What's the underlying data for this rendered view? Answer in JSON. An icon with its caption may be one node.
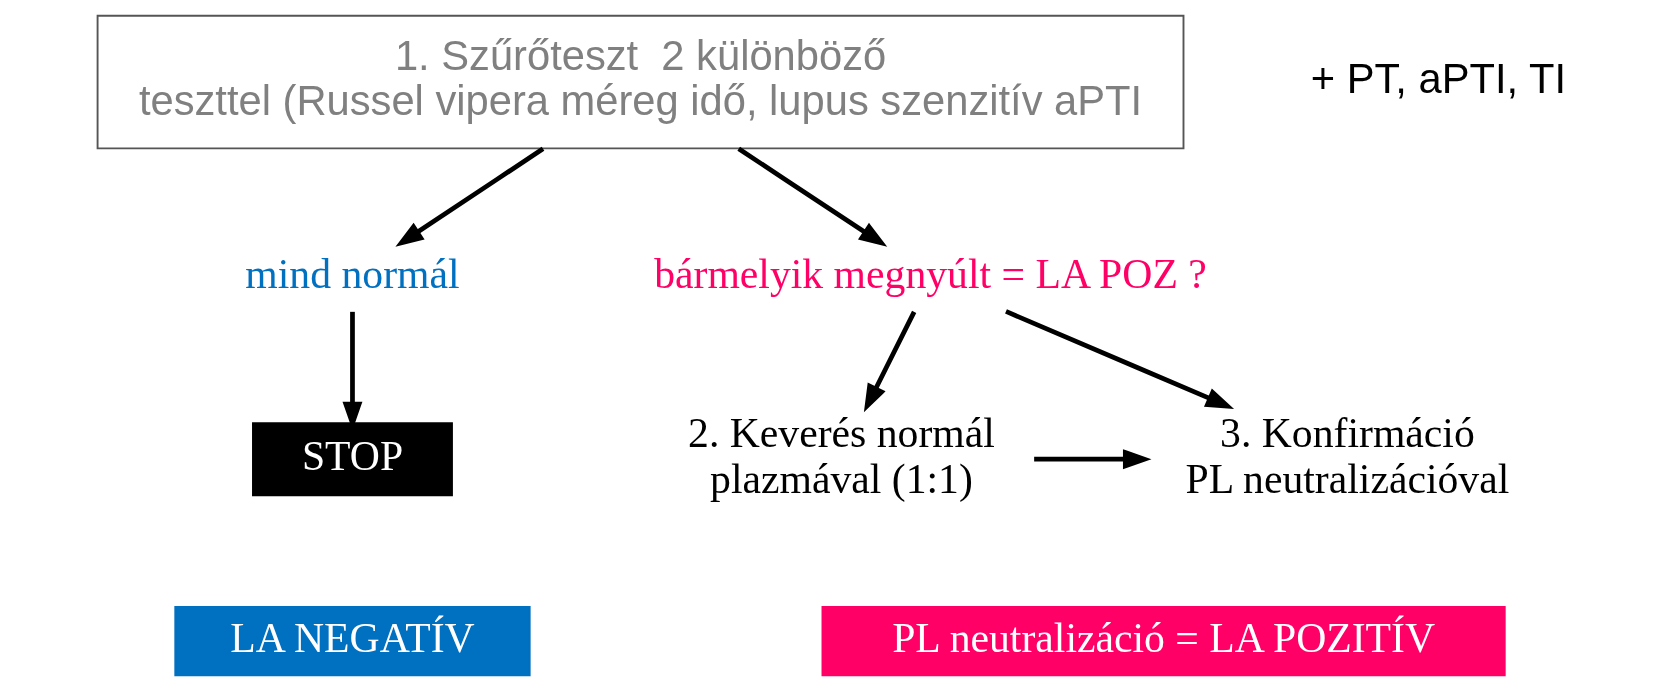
{
  "diagram": {
    "nodes": [
      {
        "text": [
          "1. Szűrőteszt  2 különböző teszttel (Russel vipera méreg idő, lupus szenzitív aPTI"
        ]
      },
      {
        "text": [
          "mind normál"
        ]
      },
      {
        "text": [
          "bármelyik megnyúlt = LA POZ ?"
        ]
      },
      {
        "text": [
          "STOP"
        ]
      },
      {
        "text": [
          "2. Keverés normál plazmával (1:1)"
        ]
      },
      {
        "text": [
          "3. Konfirmáció PL neutralizációval"
        ]
      },
      {
        "text": [
          "LA NEGATÍV"
        ]
      },
      {
        "text": [
          "PL neutralizáció = LA POZITÍV"
        ]
      }
    ],
    "edges": [
      {
        "from": 0,
        "to": 1,
        "arrow": "to"
      },
      {
        "from": 0,
        "to": 2,
        "arrow": "to"
      },
      {
        "from": 1,
        "to": 3,
        "arrow": "to"
      },
      {
        "from": 2,
        "to": 4,
        "arrow": "to"
      },
      {
        "from": 2,
        "to": 5,
        "arrow": "to"
      },
      {
        "from": 4,
        "to": 5,
        "arrow": "to"
      }
    ],
    "labels": [
      "+ PT, aPTI, TI"
    ]
  }
}
